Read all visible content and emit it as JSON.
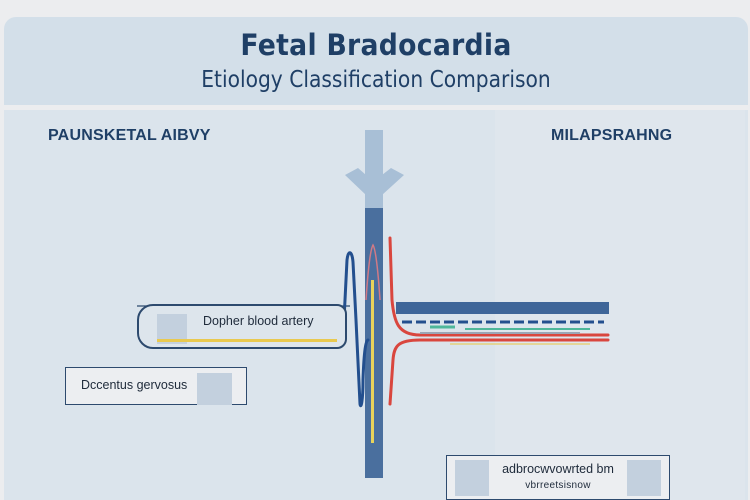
{
  "header": {
    "title": "Fetal Bradocardia",
    "subtitle": "Etiology Classification Comparison"
  },
  "columns": {
    "left_label": "PAUNSKETAL AIBVY",
    "right_label": "MILAPSRAHNG"
  },
  "boxes": {
    "doppler": "Dopher blood artery",
    "ductus": "Dccentus gervosus",
    "bottom_line1": "adbrocwvowrted bm",
    "bottom_line2": "vbrreetsisnow"
  },
  "colors": {
    "title": "#1f3f66",
    "vessel_dark": "#4a6f9e",
    "vessel_light": "#a8bfd6",
    "blue_wave": "#234f8e",
    "red_wave": "#d9463e",
    "yellow": "#e9d35a",
    "teal": "#4fb79a"
  }
}
